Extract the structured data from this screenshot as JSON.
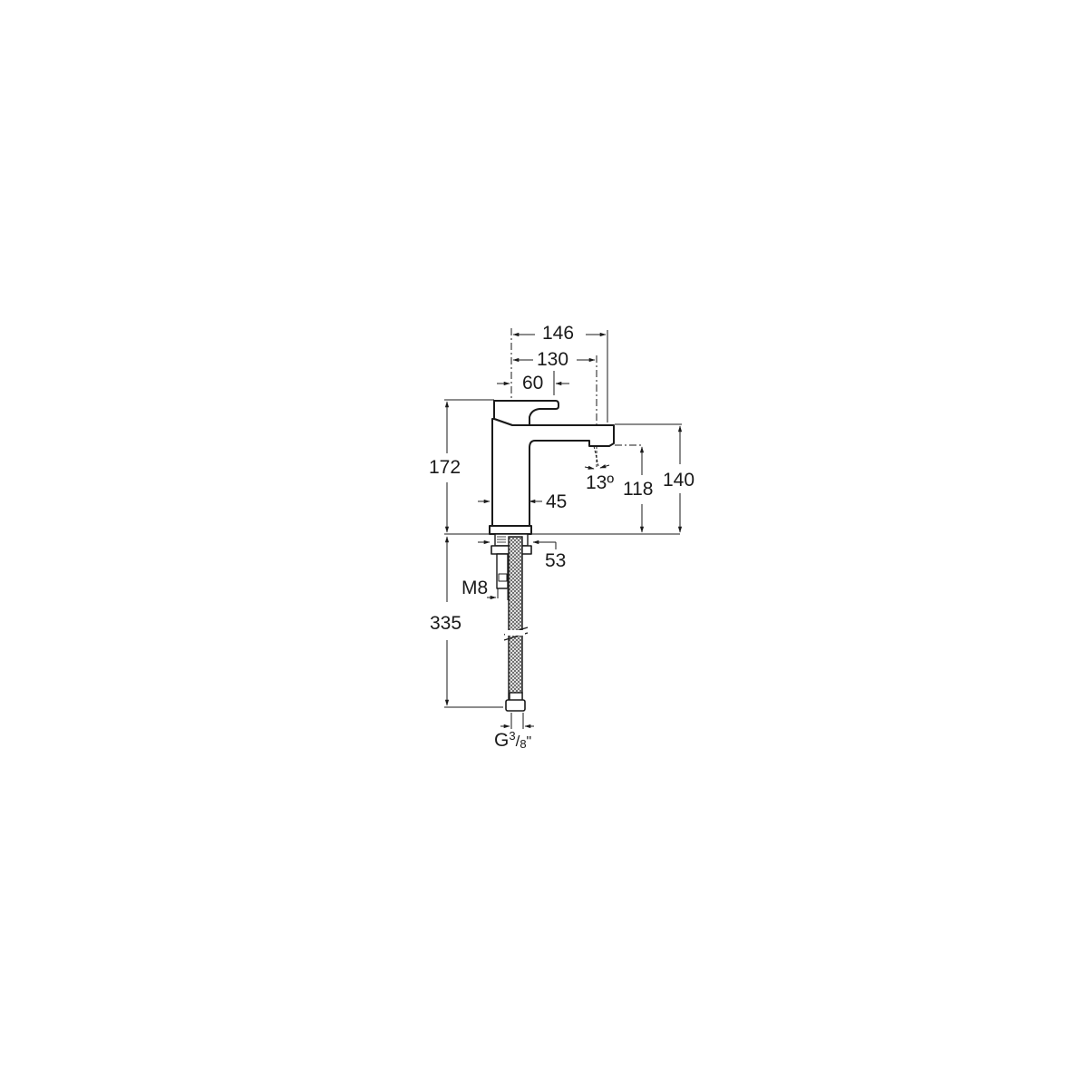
{
  "drawing": {
    "subject": "basin mixer faucet technical drawing",
    "line_color": "#1a1a1a",
    "background": "#ffffff",
    "units": "mm"
  },
  "dimensions": {
    "spout_reach_outer": "146",
    "spout_reach_outlet": "130",
    "lever_reach": "60",
    "total_height": "172",
    "outlet_angle": "13º",
    "outlet_height": "118",
    "spout_top_height": "140",
    "body_width": "45",
    "base_width": "53",
    "stud_thread": "M8",
    "hose_length": "335",
    "connection_thread_prefix": "G",
    "connection_thread_num": "3",
    "connection_thread_den": "8",
    "connection_thread_suffix": "\""
  }
}
